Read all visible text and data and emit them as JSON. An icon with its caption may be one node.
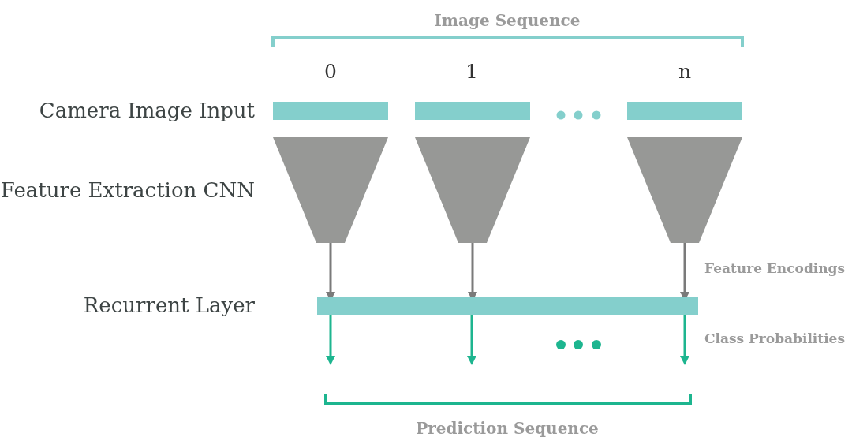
{
  "diagram": {
    "nodes": [
      {
        "text": [],
        "shape": "bar"
      },
      {
        "text": [],
        "shape": "bar"
      },
      {
        "text": [],
        "shape": "bar"
      },
      {
        "text": [],
        "shape": "trapezoid"
      },
      {
        "text": [],
        "shape": "trapezoid"
      },
      {
        "text": [],
        "shape": "trapezoid"
      },
      {
        "text": [],
        "shape": "bar"
      }
    ],
    "edges": [
      {
        "from": 3,
        "to": 6,
        "arrow": "to"
      },
      {
        "from": 4,
        "to": 6,
        "arrow": "to"
      },
      {
        "from": 5,
        "to": 6,
        "arrow": "to"
      },
      {
        "from": 6,
        "to": null,
        "arrow": "to",
        "color": "#1db58f"
      },
      {
        "from": 6,
        "to": null,
        "arrow": "to",
        "color": "#1db58f"
      },
      {
        "from": 6,
        "to": null,
        "arrow": "to",
        "color": "#1db58f"
      }
    ],
    "labels": [
      "Image Sequence",
      "0",
      "1",
      "n",
      "Camera Image Input",
      "Feature Extraction CNN",
      "Feature Encodings",
      "Recurrent Layer",
      "Class Probabilities",
      "Prediction Sequence"
    ]
  }
}
